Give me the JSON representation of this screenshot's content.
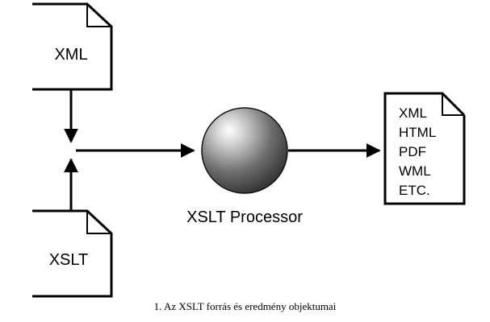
{
  "diagram": {
    "inputs": {
      "xml_label": "XML",
      "xslt_label": "XSLT"
    },
    "processor_label": "XSLT Processor",
    "output_lines": [
      "XML",
      "HTML",
      "PDF",
      "WML",
      "ETC."
    ]
  },
  "caption": "1. Az XSLT forrás és eredmény objektumai"
}
